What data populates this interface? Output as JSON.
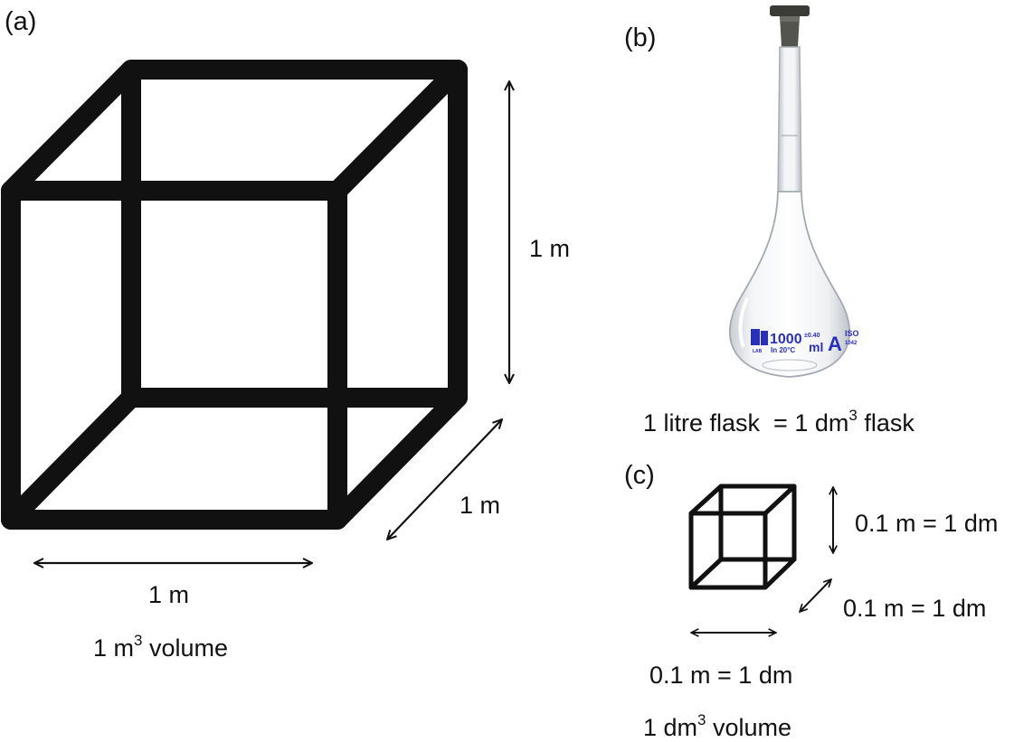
{
  "panels": {
    "a": {
      "label": "(a)",
      "edge_height": "1 m",
      "edge_depth": "1 m",
      "edge_width": "1 m",
      "volume_prefix": "1 m",
      "volume_exp": "3",
      "volume_suffix": " volume"
    },
    "b": {
      "label": "(b)",
      "caption_prefix": "1 litre flask  = 1 dm",
      "caption_exp": "3",
      "caption_suffix": " flask",
      "flask_markings": {
        "volume": "1000",
        "tolerance": "±0.40",
        "temperature": "In 20°C",
        "unit": "ml",
        "class": "A",
        "iso": "ISO",
        "standard": "1042",
        "brand": "LAB"
      }
    },
    "c": {
      "label": "(c)",
      "edge_height": "0.1 m = 1 dm",
      "edge_depth": "0.1 m = 1 dm",
      "edge_width": "0.1 m = 1 dm",
      "volume_prefix": "1 dm",
      "volume_exp": "3",
      "volume_suffix": " volume"
    }
  },
  "colors": {
    "line": "#111111",
    "flask_print": "#2a2fb8"
  }
}
